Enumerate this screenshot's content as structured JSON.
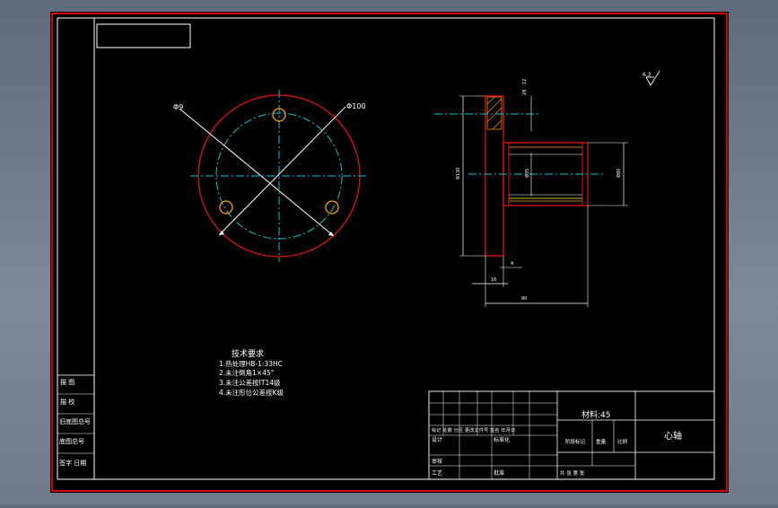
{
  "colors": {
    "background": "#000000",
    "frame": "#ffffff",
    "sheet_border": "#d40000",
    "outline_red": "#e01010",
    "center_line": "#00c8d0",
    "hole": "#ffa000",
    "thread": "#ffff00",
    "window_bg": "#6f7a8a"
  },
  "drawing": {
    "roughness": "6.3",
    "dims": {
      "hole_dia": "Φ9",
      "pcd": "Φ100",
      "t1": "12",
      "t2": "28",
      "flange_dia": "Φ130",
      "shaft_dia": "Φ35",
      "bore_dia": "Φ80",
      "len_a": "16",
      "len_b": "90",
      "len_c": "4"
    }
  },
  "tech": {
    "title": "技术要求",
    "items": [
      "1.热处理HB-1:33HC",
      "2.未注倒角1×45°",
      "3.未注公差按IT14级",
      "4.未注形位公差按K级"
    ]
  },
  "side_table": {
    "rows": [
      "描 图",
      "描 校",
      "旧底图总号",
      "底图总号",
      "签字 日期"
    ]
  },
  "title_block": {
    "material": "材料:45",
    "part_name": "心轴",
    "row_change": "标记 处数 分区 更改文件号 签名 年月日",
    "designer": "设计",
    "standardizer": "标准化",
    "stage_mark": "阶段标记",
    "weight": "重量",
    "scale": "比例",
    "reviewer": "审核",
    "craft": "工艺",
    "approver": "批准",
    "sheets": "共 张  第 张"
  }
}
